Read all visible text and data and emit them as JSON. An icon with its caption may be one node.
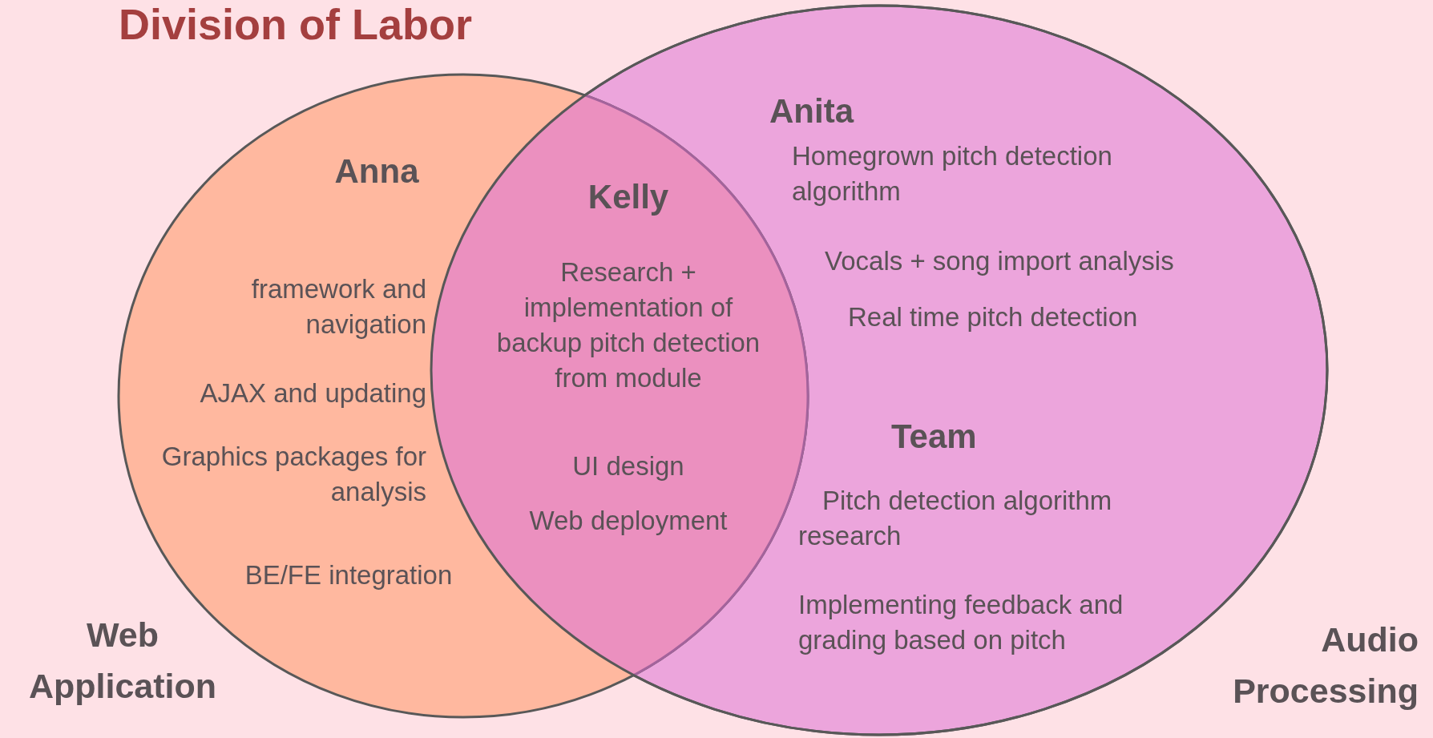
{
  "diagram": {
    "title": "Division of Labor",
    "nodes": [
      {
        "text": [
          "Anna",
          "framework and navigation",
          "AJAX and updating",
          "Graphics packages for analysis",
          "BE/FE integration"
        ]
      },
      {
        "text": [
          "Anita",
          "Homegrown pitch detection algorithm",
          "Vocals + song import analysis",
          "Real time pitch detection",
          "Team",
          "Pitch detection algorithm research",
          "Implementing feedback and grading based on pitch"
        ]
      },
      {
        "text": [
          "Kelly",
          "Research + implementation of backup pitch detection from module",
          "UI design",
          "Web deployment"
        ]
      }
    ],
    "labels": [
      "Web Application",
      "Audio Processing"
    ]
  }
}
